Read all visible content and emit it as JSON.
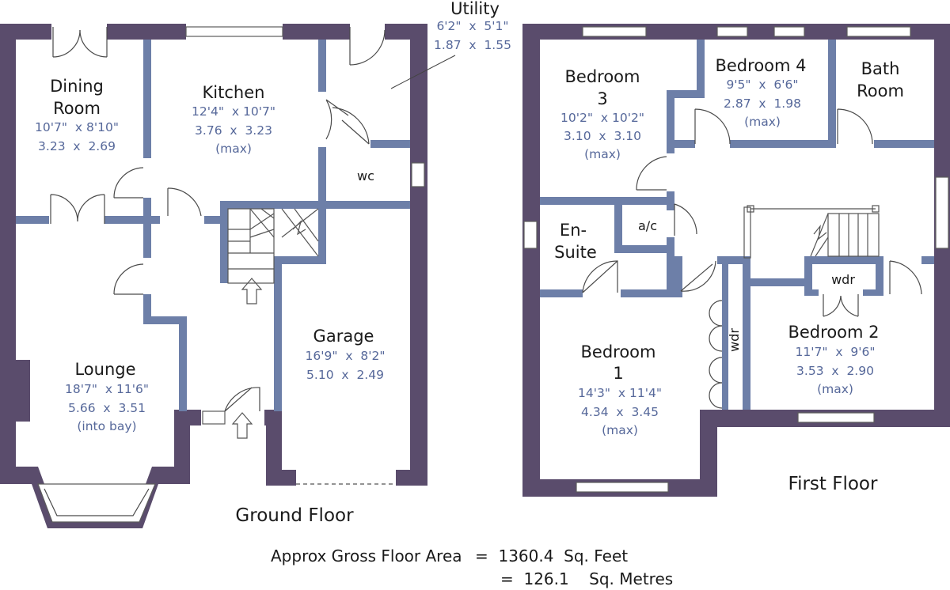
{
  "ground_floor": {
    "title": "Ground Floor",
    "rooms": [
      {
        "id": "dining",
        "name_lines": [
          "Dining",
          "Room"
        ],
        "dims_imperial": "10'7\"  x 8'10\"",
        "dims_metric": "3.23  x  2.69",
        "note": ""
      },
      {
        "id": "kitchen",
        "name_lines": [
          "Kitchen"
        ],
        "dims_imperial": "12'4\"  x 10'7\"",
        "dims_metric": "3.76  x  3.23",
        "note": "(max)"
      },
      {
        "id": "utility",
        "name_lines": [
          "Utility"
        ],
        "dims_imperial": "6'2\"  x  5'1\"",
        "dims_metric": "1.87  x  1.55",
        "note": ""
      },
      {
        "id": "wc",
        "name_lines": [
          "wc"
        ],
        "dims_imperial": "",
        "dims_metric": "",
        "note": ""
      },
      {
        "id": "lounge",
        "name_lines": [
          "Lounge"
        ],
        "dims_imperial": "18'7\"  x 11'6\"",
        "dims_metric": "5.66  x  3.51",
        "note": "(into bay)"
      },
      {
        "id": "garage",
        "name_lines": [
          "Garage"
        ],
        "dims_imperial": "16'9\"  x  8'2\"",
        "dims_metric": "5.10  x  2.49",
        "note": ""
      }
    ]
  },
  "first_floor": {
    "title": "First Floor",
    "rooms": [
      {
        "id": "bedroom3",
        "name_lines": [
          "Bedroom",
          "3"
        ],
        "dims_imperial": "10'2\"  x 10'2\"",
        "dims_metric": "3.10  x  3.10",
        "note": "(max)"
      },
      {
        "id": "bedroom4",
        "name_lines": [
          "Bedroom 4"
        ],
        "dims_imperial": "9'5\"  x  6'6\"",
        "dims_metric": "2.87  x  1.98",
        "note": "(max)"
      },
      {
        "id": "bathroom",
        "name_lines": [
          "Bath",
          "Room"
        ],
        "dims_imperial": "",
        "dims_metric": "",
        "note": ""
      },
      {
        "id": "ensuite",
        "name_lines": [
          "En-",
          "Suite"
        ],
        "dims_imperial": "",
        "dims_metric": "",
        "note": ""
      },
      {
        "id": "ac",
        "name_lines": [
          "a/c"
        ],
        "dims_imperial": "",
        "dims_metric": "",
        "note": ""
      },
      {
        "id": "bedroom1",
        "name_lines": [
          "Bedroom",
          "1"
        ],
        "dims_imperial": "14'3\"  x 11'4\"",
        "dims_metric": "4.34  x  3.45",
        "note": "(max)"
      },
      {
        "id": "wdr_a",
        "name_lines": [
          "wdr"
        ],
        "dims_imperial": "",
        "dims_metric": "",
        "note": ""
      },
      {
        "id": "wdr_b",
        "name_lines": [
          "wdr"
        ],
        "dims_imperial": "",
        "dims_metric": "",
        "note": ""
      },
      {
        "id": "bedroom2",
        "name_lines": [
          "Bedroom 2"
        ],
        "dims_imperial": "11'7\"  x  9'6\"",
        "dims_metric": "3.53  x  2.90",
        "note": "(max)"
      }
    ]
  },
  "area": {
    "label": "Approx Gross Floor Area",
    "feet_value": "=  1360.4  Sq. Feet",
    "metres_value": "=  126.1    Sq. Metres"
  },
  "colors": {
    "outer_wall": "#5a4c6c",
    "inner_wall": "#6d7fa8",
    "dimension_text": "#56689a"
  }
}
